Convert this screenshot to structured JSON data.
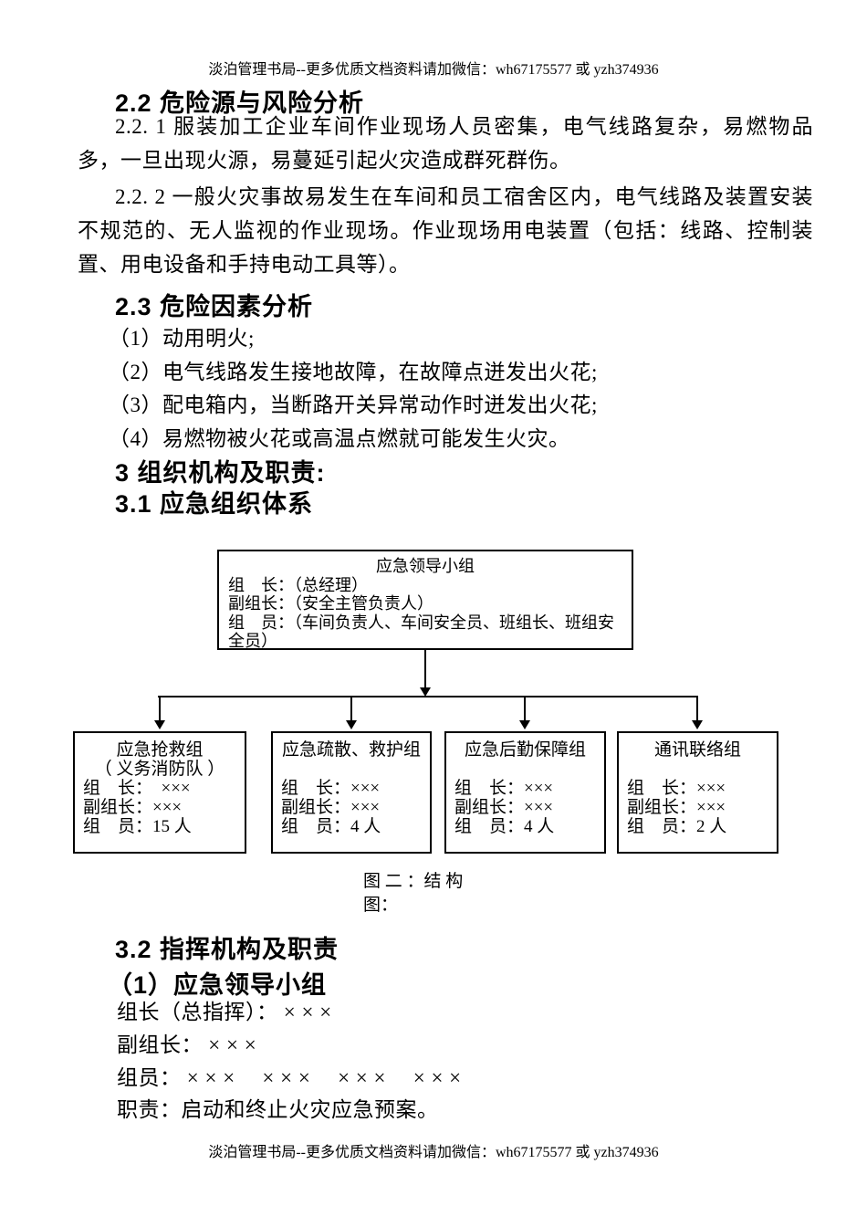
{
  "doc": {
    "header_note": "淡泊管理书局--更多优质文档资料请加微信：wh67175577 或 yzh374936",
    "footer_note": "淡泊管理书局--更多优质文档资料请加微信：wh67175577 或 yzh374936",
    "h22": "2.2 危险源与风险分析",
    "p221": "2.2. 1 服装加工企业车间作业现场人员密集，电气线路复杂，易燃物品多，一旦出现火源，易蔓延引起火灾造成群死群伤。",
    "p222": "2.2. 2 一般火灾事故易发生在车间和员工宿舍区内，电气线路及装置安装不规范的、无人监视的作业现场。作业现场用电装置（包括：线路、控制装置、用电设备和手持电动工具等）。",
    "h23": "2.3 危险因素分析",
    "items": [
      "（1）动用明火;",
      "（2）电气线路发生接地故障，在故障点迸发出火花;",
      "（3）配电箱内，当断路开关异常动作时迸发出火花;",
      "（4）易燃物被火花或高温点燃就可能发生火灾。"
    ],
    "h3": "3 组织机构及职责:",
    "h31": "3.1 应急组织体系",
    "h32": "3.2 指挥机构及职责",
    "h32_1": "（1）应急领导小组",
    "lines": {
      "leader": "组长（总指挥）： × × ×",
      "deputy": "副组长： × × ×",
      "members": "组员： × × ×　 × × ×　 × × ×　 × × ×",
      "duty": "职责：启动和终止火灾应急预案。"
    }
  },
  "org_chart": {
    "leader_box": {
      "title": "应急领导小组",
      "line1": "组　长：（总经理）",
      "line2": "副组长：（安全主管负责人）",
      "line3": "组　员：（车间负责人、车间安全员、班组长、班组安全员）"
    },
    "groups": [
      {
        "title": "应急抢救组",
        "subtitle": "（ 义务消防队 ）",
        "leader": "组　长：　×××",
        "deputy": "副组长：×××",
        "members": "组　员：15 人"
      },
      {
        "title": "应急疏散、救护组",
        "subtitle": "",
        "leader": "组　长：×××",
        "deputy": "副组长：×××",
        "members": "组　员：4 人"
      },
      {
        "title": "应急后勤保障组",
        "subtitle": "",
        "leader": "组　长：×××",
        "deputy": "副组长：×××",
        "members": "组　员：4 人"
      },
      {
        "title": "通讯联络组",
        "subtitle": "",
        "leader": "组　长：×××",
        "deputy": "副组长：×××",
        "members": "组　员：2 人"
      }
    ],
    "caption_line1": "图 二 ：结 构",
    "caption_line2": "图："
  },
  "colors": {
    "text": "#000000",
    "background": "#ffffff",
    "line": "#000000"
  }
}
